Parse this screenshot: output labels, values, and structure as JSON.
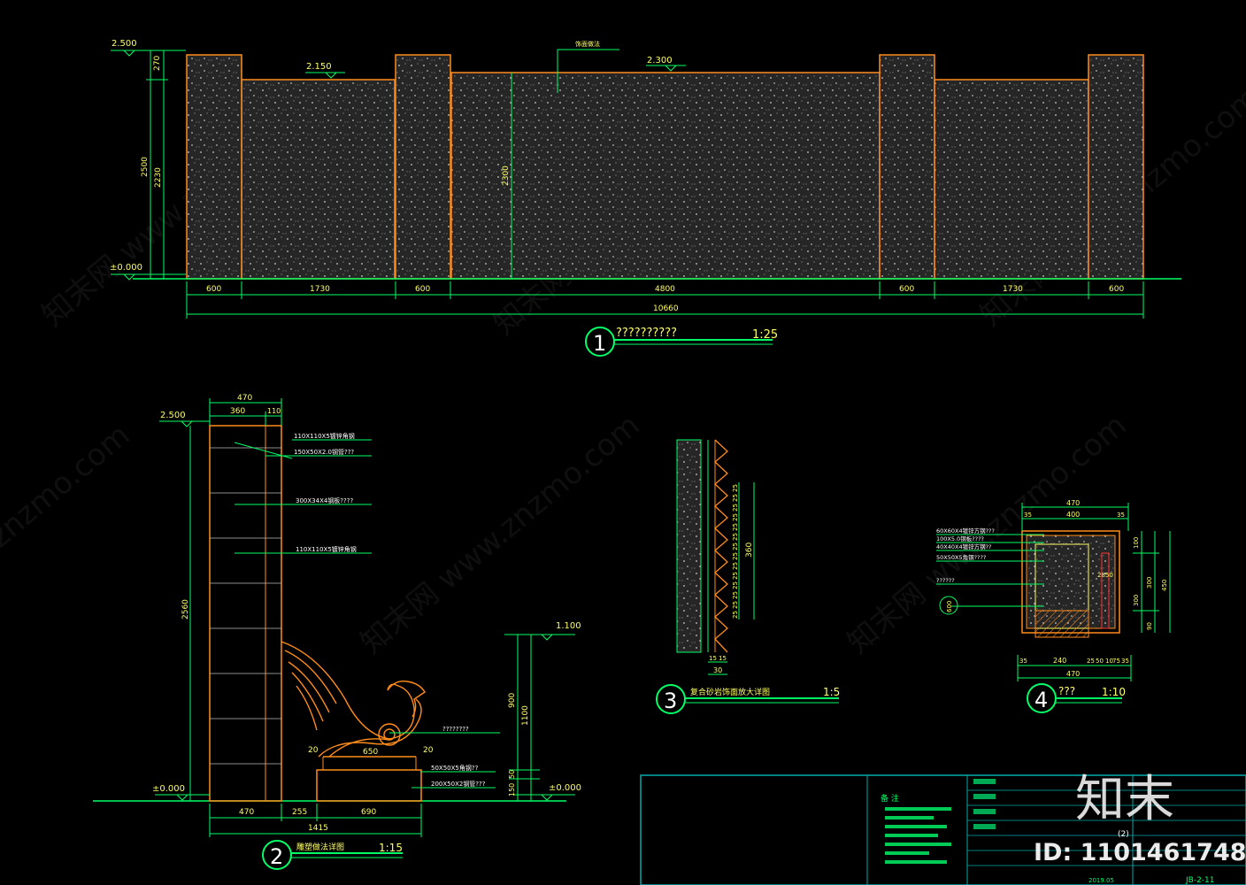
{
  "colors": {
    "background": "#000000",
    "dimension": "#00ff66",
    "wall_outline": "#ff8c1a",
    "text": "#ffff66",
    "stone": "#2a2a2a"
  },
  "drawing1": {
    "levels": [
      "2.500",
      "2.150",
      "2.300",
      "±0.000"
    ],
    "leader_note": "饰面做法",
    "vertical_dims": [
      "270",
      "2500",
      "2230",
      "2300"
    ],
    "segment_dims": [
      "600",
      "1730",
      "600",
      "4800",
      "600",
      "1730",
      "600"
    ],
    "total_dim": "10660",
    "number": "1",
    "title": "??????????",
    "scale": "1:25"
  },
  "drawing2": {
    "levels": [
      "2.500",
      "1.100",
      "±0.000",
      "±0.000"
    ],
    "top_dims": [
      "470",
      "360",
      "110"
    ],
    "notes": [
      "110X110X5镀锌角钢",
      "150X50X2.0钢管???",
      "300X34X4钢板????",
      "110X110X5镀锌角钢",
      "????????",
      "50X50X5角钢??",
      "200X50X2钢管???"
    ],
    "height_dim": "2560",
    "right_dims": [
      "900",
      "1100",
      "50",
      "150"
    ],
    "small_dims": [
      "20",
      "650",
      "20"
    ],
    "bottom_dims": [
      "470",
      "255",
      "690"
    ],
    "total_dim": "1415",
    "number": "2",
    "title": "雕塑做法详图",
    "scale": "1:15"
  },
  "drawing3": {
    "rib_dims": [
      "25",
      "25",
      "25",
      "25",
      "25",
      "25",
      "25",
      "25",
      "25",
      "25",
      "25",
      "25",
      "25",
      "25"
    ],
    "total_dim": "360",
    "bottom_dims": [
      "15",
      "15",
      "30"
    ],
    "number": "3",
    "title": "复合砂岩饰面放大详图",
    "scale": "1:5"
  },
  "drawing4": {
    "top_dims": [
      "470",
      "400",
      "35",
      "35"
    ],
    "notes": [
      "60X60X4镀锌方钢???",
      "100X5.0钢板????",
      "40X40X4镀锌方钢??",
      "50X50X5角钢????",
      "??????"
    ],
    "side_label": "600",
    "mid_label": "2850",
    "right_dims": [
      "100",
      "300",
      "90",
      "450",
      "300"
    ],
    "bottom_dims": [
      "35",
      "240",
      "25",
      "50",
      "10",
      "75",
      "35"
    ],
    "bottom_total": "470",
    "number": "4",
    "title": "???",
    "scale": "1:10"
  },
  "title_block": {
    "remarks_label": "备  注",
    "page_code": "(2)",
    "drawing_no": "JB-2-11",
    "small_note": "2019.05"
  },
  "watermark": {
    "text": "znzmo.com",
    "site_cn": "知末网 www.znzmo.com",
    "brand": "知末",
    "id_label": "ID: 1101461748"
  }
}
